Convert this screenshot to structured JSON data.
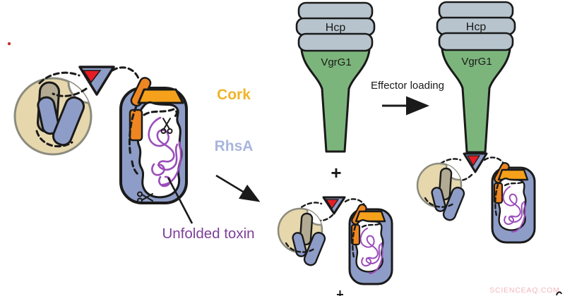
{
  "legend": {
    "cork": "Cork",
    "rhsa": "RhsA",
    "unfolded_toxin": "Unfolded toxin"
  },
  "machine": {
    "hcp": "Hcp",
    "vgrg1": "VgrG1"
  },
  "process": {
    "effector_loading": "Effector loading",
    "plus": "+"
  },
  "watermark": "SCIENCEAQ.COM",
  "icons": {
    "scissors": "✂",
    "effector_tip": "triangle-down"
  },
  "colors": {
    "crescent_tan": "#E6D7AD",
    "crescent_outline": "#8B8B7D",
    "gray_pill": "#B2AA92",
    "rhsa_blue": "#8E9DC7",
    "hcp_gray": "#B7C4CD",
    "vgrg_green": "#7CB57C",
    "cork_orange": "#F6A11B",
    "orange_accent": "#EE8722",
    "effector_red": "#E51E25",
    "toxin_purple": "#9B4DBB",
    "cork_label": "#F0B428",
    "rhsa_label": "#A9B5DE",
    "toxin_label": "#7C3E98",
    "ink": "#1A1A1A",
    "watermark_pink": "#F2B6BA",
    "red_dot": "#C23232"
  }
}
